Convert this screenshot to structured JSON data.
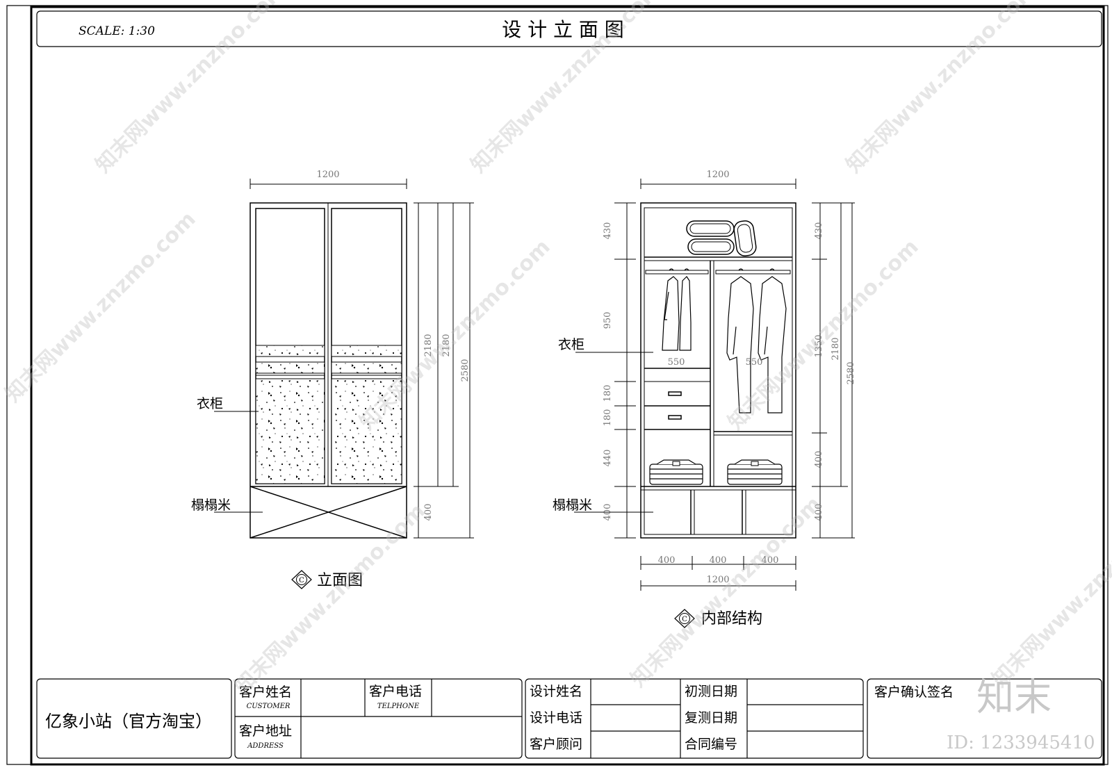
{
  "header": {
    "scale": "SCALE:  1:30",
    "title": "设  计  立  面  图"
  },
  "front_view": {
    "dims": {
      "width_top": "1200",
      "h_2180_a": "2180",
      "h_2180_b": "2180",
      "h_2580": "2580",
      "h_400": "400"
    },
    "labels": {
      "wardrobe": "衣柜",
      "tatami": "榻榻米"
    },
    "caption_symbol": "C",
    "caption": "立面图"
  },
  "interior_view": {
    "dims": {
      "width_top": "1200",
      "left_430": "430",
      "left_950": "950",
      "left_180a": "180",
      "left_180b": "180",
      "left_440": "440",
      "left_400": "400",
      "inner_550a": "550",
      "inner_550b": "550",
      "right_430": "430",
      "right_1350": "1350",
      "right_400a": "400",
      "right_400b": "400",
      "right_2180": "2180",
      "right_2580": "2580",
      "bottom_400a": "400",
      "bottom_400b": "400",
      "bottom_400c": "400",
      "bottom_1200": "1200"
    },
    "labels": {
      "wardrobe": "衣柜",
      "tatami": "榻榻米"
    },
    "caption_symbol": "C",
    "caption": "内部结构"
  },
  "title_block": {
    "company": "亿象小站（官方淘宝）",
    "customer_name": "客户姓名",
    "customer_name_en": "CUSTOMER",
    "customer_phone": "客户电话",
    "customer_phone_en": "TELPHONE",
    "customer_address": "客户地址",
    "customer_address_en": "ADDRESS",
    "designer_name": "设计姓名",
    "designer_phone": "设计电话",
    "customer_advisor": "客户顾问",
    "first_measure_date": "初测日期",
    "re_measure_date": "复测日期",
    "contract_no": "合同编号",
    "customer_signature": "客户确认签名"
  },
  "watermark": {
    "site": "知末网www.znzmo.com",
    "logo": "知末",
    "id": "ID: 1233945410"
  }
}
